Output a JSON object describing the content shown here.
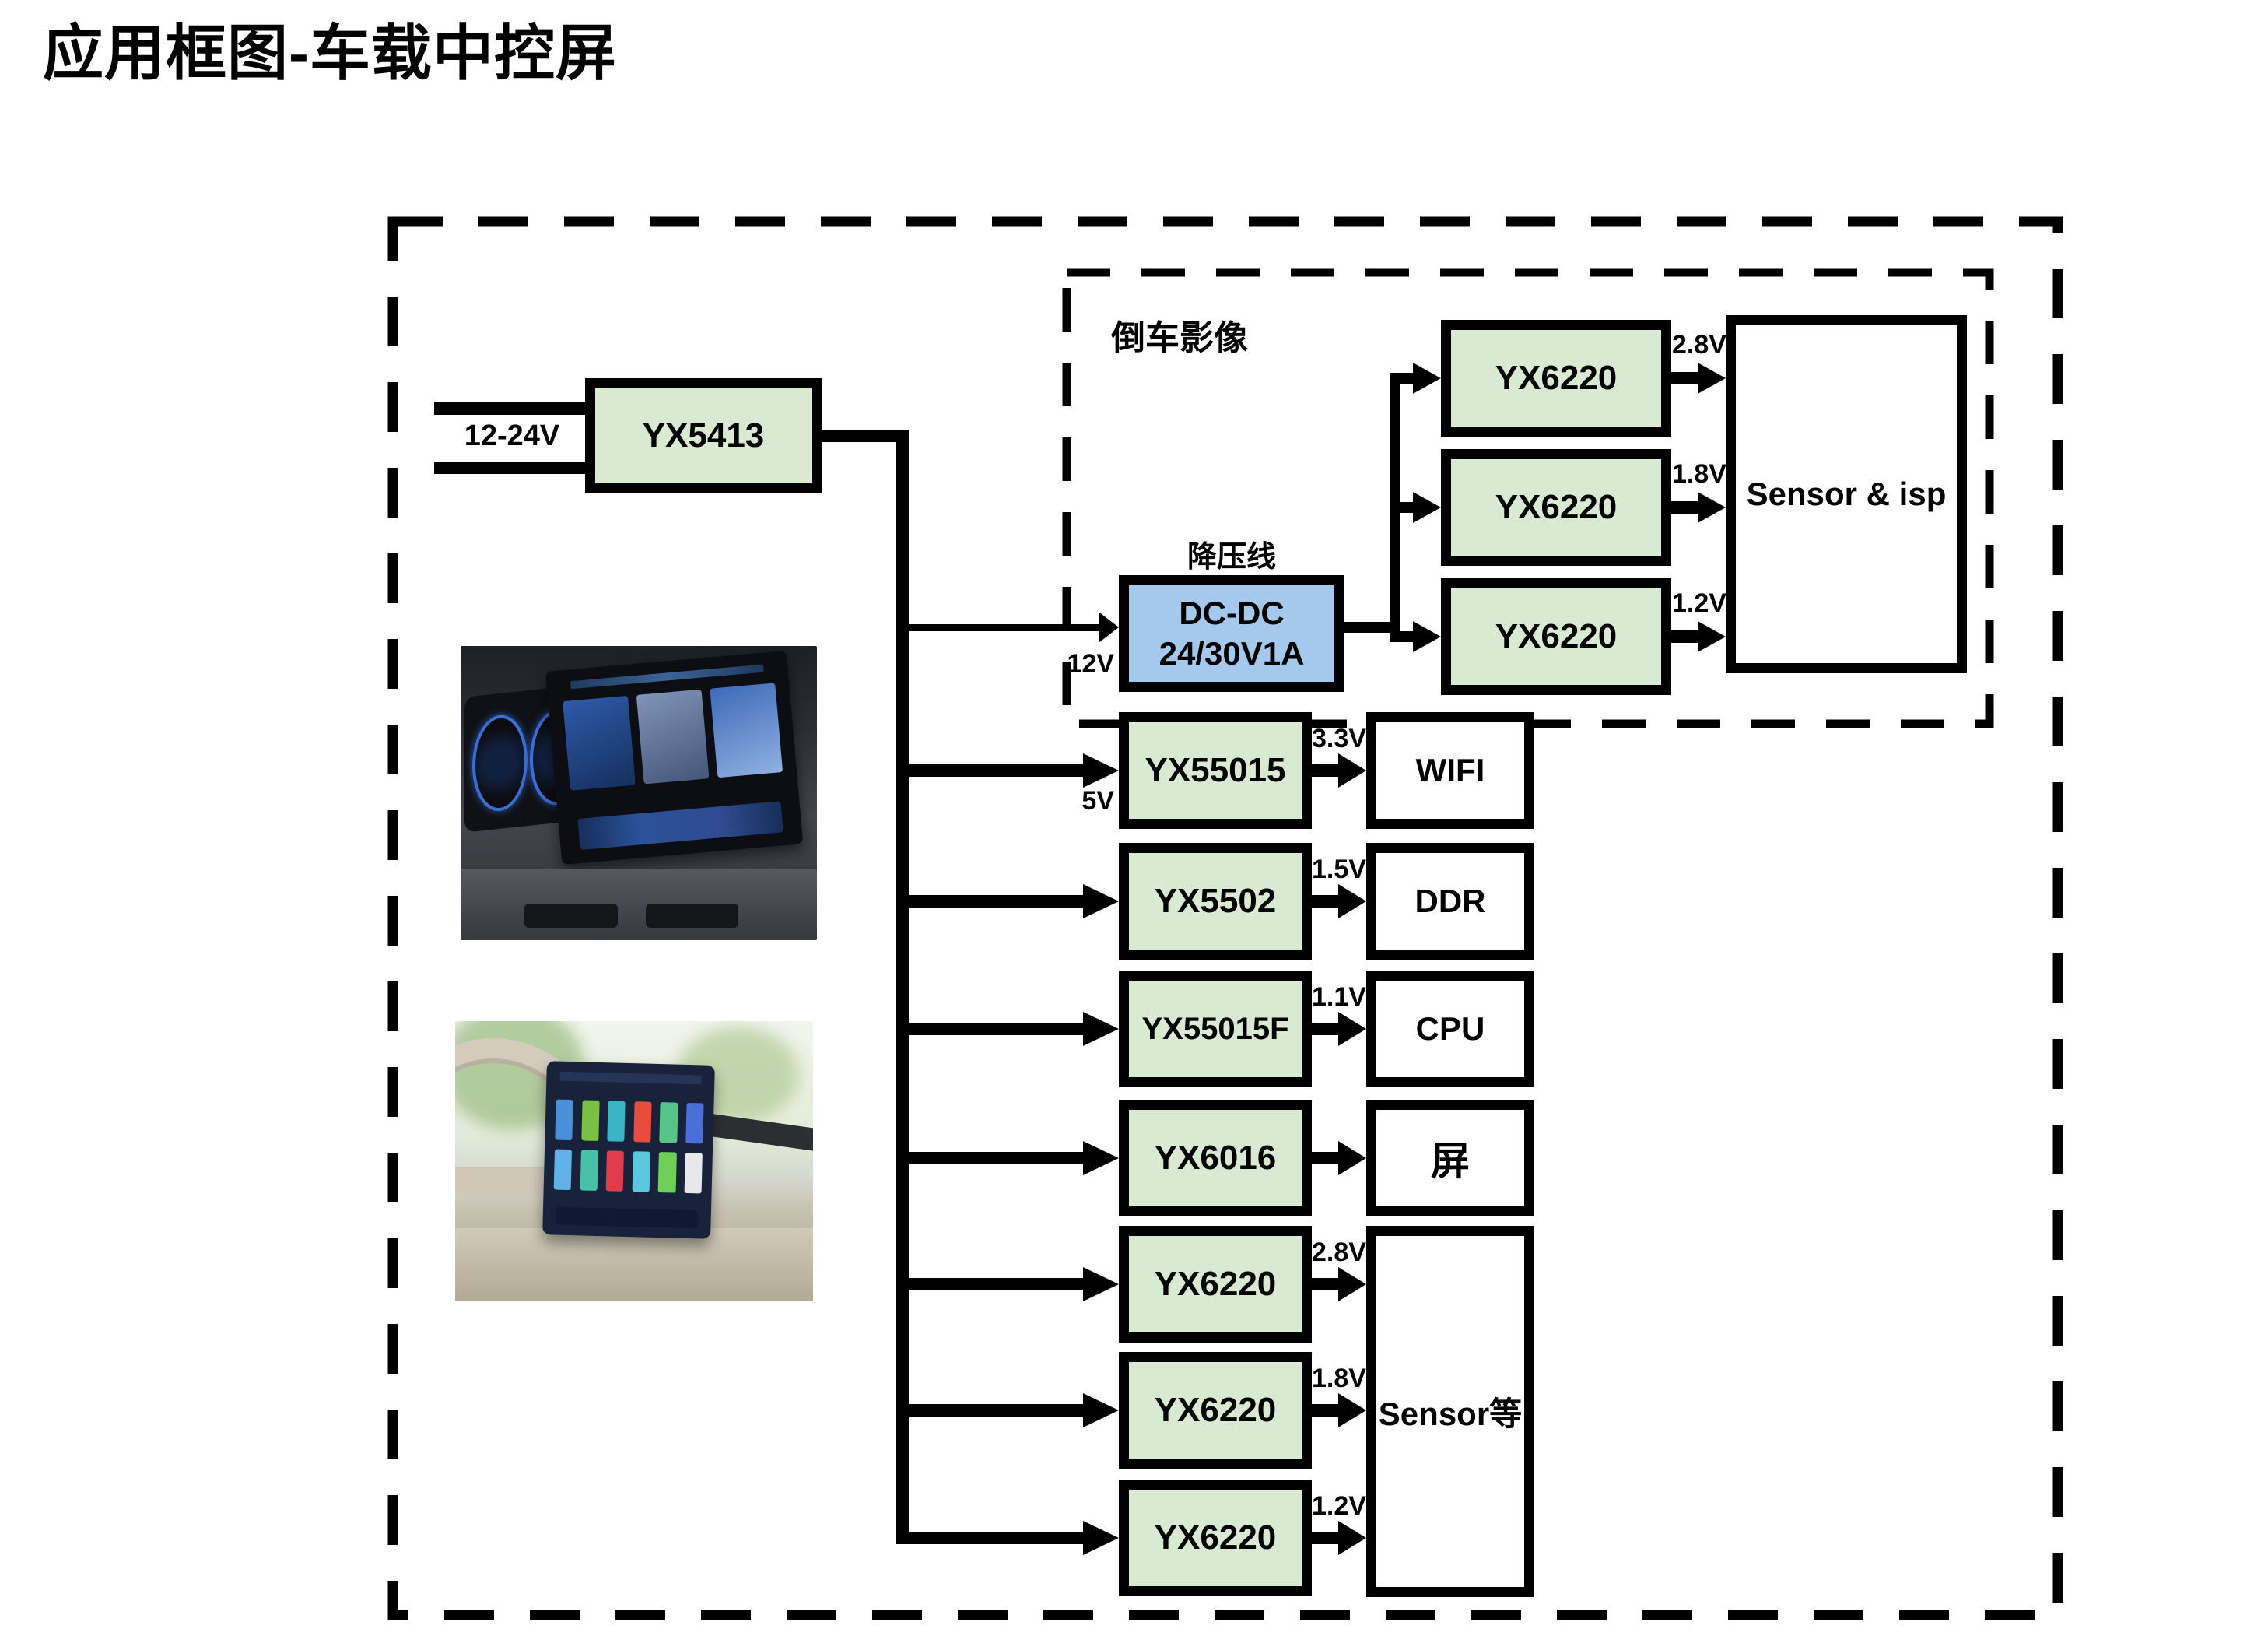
{
  "title": "应用框图-车载中控屏",
  "power_input": {
    "label": "12-24V"
  },
  "front_regulator": {
    "label": "YX5413"
  },
  "bus_branches": {
    "dcdc_input": "12V",
    "yx55015_input": "5V"
  },
  "reversing_camera": {
    "section_label": "倒车影像",
    "stepdown_label": "降压线",
    "dcdc_line1": "DC-DC",
    "dcdc_line2": "24/30V1A",
    "regulators": [
      {
        "chip": "YX6220",
        "voltage": "2.8V"
      },
      {
        "chip": "YX6220",
        "voltage": "1.8V"
      },
      {
        "chip": "YX6220",
        "voltage": "1.2V"
      }
    ],
    "load": "Sensor & isp"
  },
  "rails": [
    {
      "chip": "YX55015",
      "voltage": "3.3V",
      "load": "WIFI"
    },
    {
      "chip": "YX5502",
      "voltage": "1.5V",
      "load": "DDR"
    },
    {
      "chip": "YX55015F",
      "voltage": "1.1V",
      "load": "CPU"
    },
    {
      "chip": "YX6016",
      "voltage": "",
      "load": "屏"
    },
    {
      "chip": "YX6220",
      "voltage": "2.8V"
    },
    {
      "chip": "YX6220",
      "voltage": "1.8V"
    },
    {
      "chip": "YX6220",
      "voltage": "1.2V"
    }
  ],
  "shared_load": "Sensor等",
  "colors": {
    "chip_fill": "#d9ead3",
    "dcdc_fill": "#a4c9ec",
    "line": "#000000"
  }
}
